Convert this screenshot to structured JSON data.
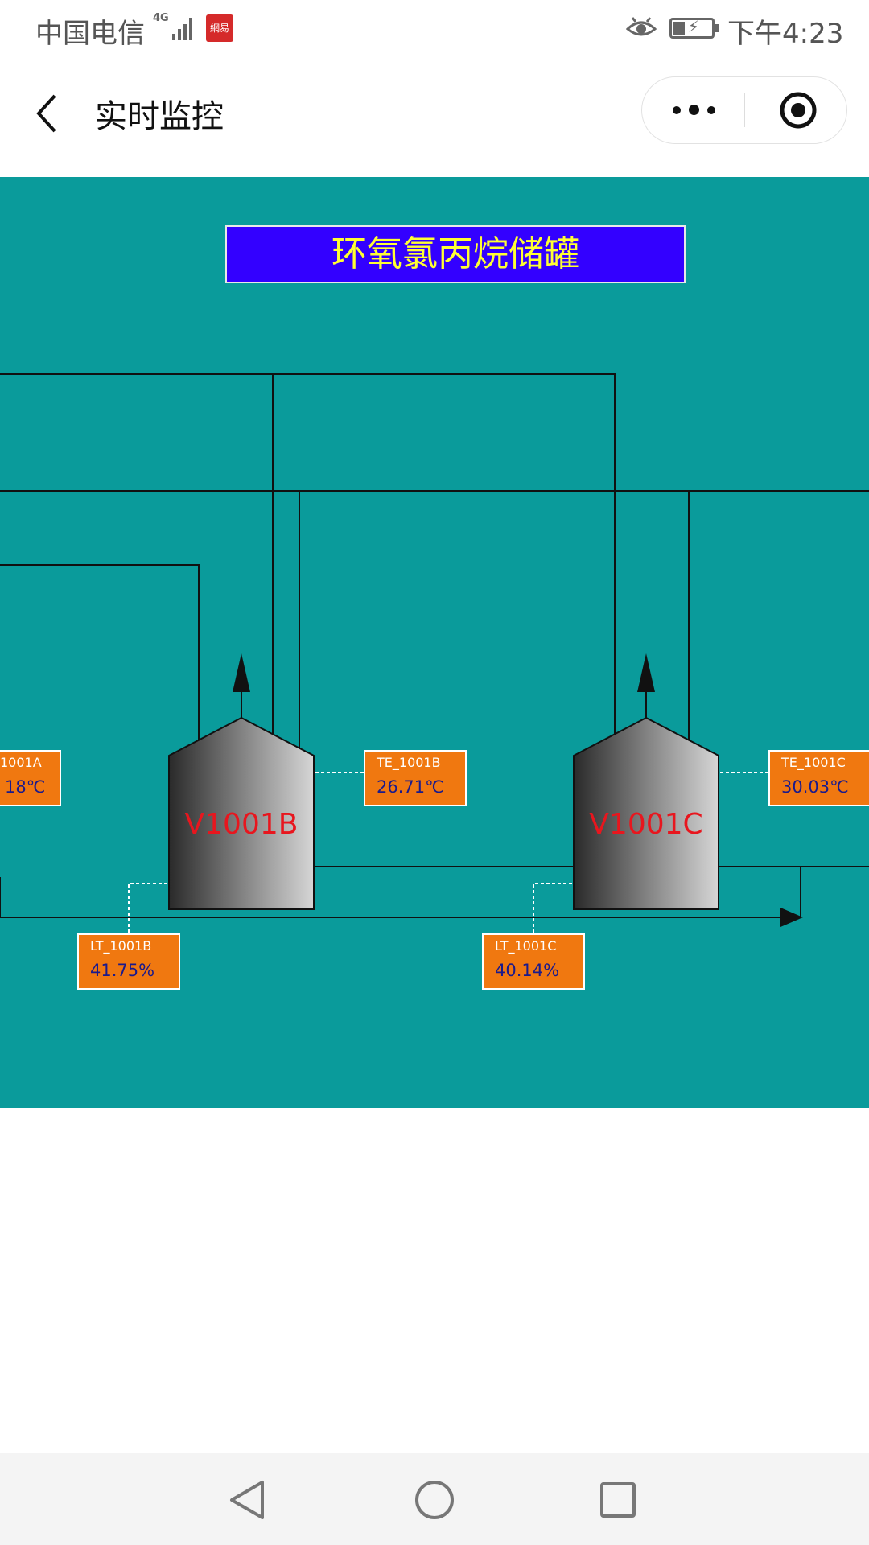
{
  "status_bar": {
    "carrier": "中国电信",
    "network": "4G",
    "app_badge": "網易",
    "time": "下午4:23",
    "icons": [
      "signal-icon",
      "eye-icon",
      "battery-charging-icon"
    ]
  },
  "nav": {
    "title": "实时监控",
    "icons": [
      "back-icon",
      "more-icon",
      "target-icon"
    ]
  },
  "hmi": {
    "background": "#0a9b9b",
    "title": "环氧氯丙烷储罐",
    "tanks": [
      {
        "name": "V1001B"
      },
      {
        "name": "V1001C"
      }
    ],
    "tags": {
      "te_a": {
        "name": "1001A",
        "value": "18℃"
      },
      "te_b": {
        "name": "TE_1001B",
        "value": "26.71℃"
      },
      "te_c": {
        "name": "TE_1001C",
        "value": "30.03℃"
      },
      "lt_b": {
        "name": "LT_1001B",
        "value": "41.75%"
      },
      "lt_c": {
        "name": "LT_1001C",
        "value": "40.14%"
      }
    }
  },
  "system_nav": {
    "icons": [
      "back-triangle-icon",
      "home-circle-icon",
      "recents-square-icon"
    ]
  }
}
